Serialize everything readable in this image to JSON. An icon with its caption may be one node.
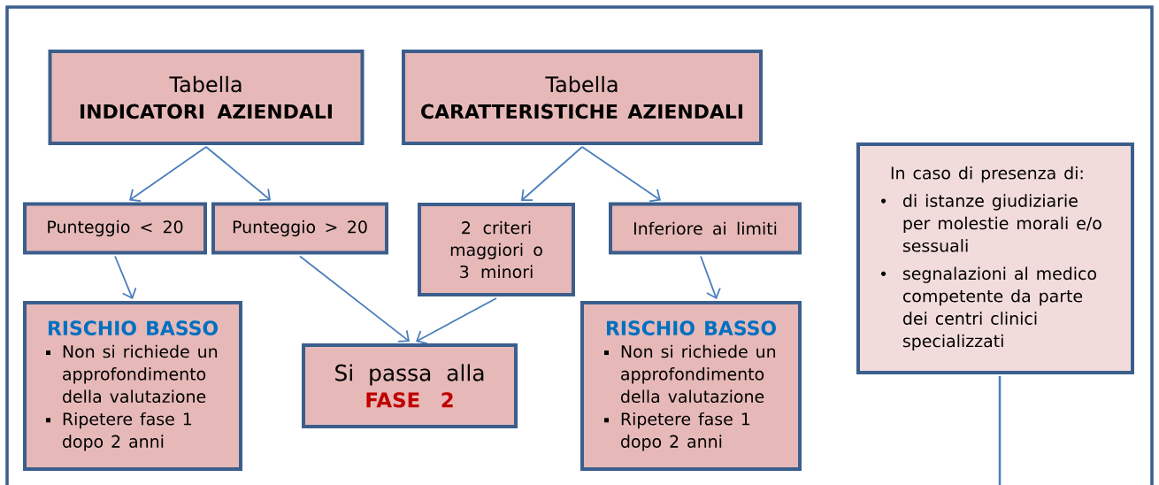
{
  "diagram": {
    "nodes": [
      {
        "text": [
          "Tabella",
          "INDICATORI AZIENDALI"
        ]
      },
      {
        "text": [
          "Tabella",
          "CARATTERISTICHE AZIENDALI"
        ]
      },
      {
        "text": [
          "Punteggio < 20"
        ]
      },
      {
        "text": [
          "Punteggio > 20"
        ]
      },
      {
        "text": [
          "2 criteri maggiori o 3 minori"
        ]
      },
      {
        "text": [
          "Inferiore ai limiti"
        ]
      },
      {
        "text": [
          "RISCHIO BASSO",
          "Non si richiede un approfondimento della valutazione",
          "Ripetere fase 1 dopo 2 anni"
        ]
      },
      {
        "text": [
          "Si passa alla",
          "FASE 2"
        ]
      },
      {
        "text": [
          "RISCHIO BASSO",
          "Non si richiede un approfondimento della valutazione",
          "Ripetere fase 1 dopo 2 anni"
        ]
      },
      {
        "text": [
          "In caso di presenza di:",
          "di istanze giudiziarie per molestie morali e/o sessuali",
          "segnalazioni al medico competente da parte dei centri clinici specializzati"
        ]
      }
    ],
    "edges": [
      {
        "from": 0,
        "to": 2,
        "arrow": "to"
      },
      {
        "from": 0,
        "to": 3,
        "arrow": "to"
      },
      {
        "from": 1,
        "to": 4,
        "arrow": "to"
      },
      {
        "from": 1,
        "to": 5,
        "arrow": "to"
      },
      {
        "from": 2,
        "to": 6,
        "arrow": "to"
      },
      {
        "from": 3,
        "to": 7,
        "arrow": "to"
      },
      {
        "from": 4,
        "to": 7,
        "arrow": "to"
      },
      {
        "from": 5,
        "to": 8,
        "arrow": "to"
      },
      {
        "from": 9,
        "to": null,
        "arrow": "none"
      }
    ]
  }
}
